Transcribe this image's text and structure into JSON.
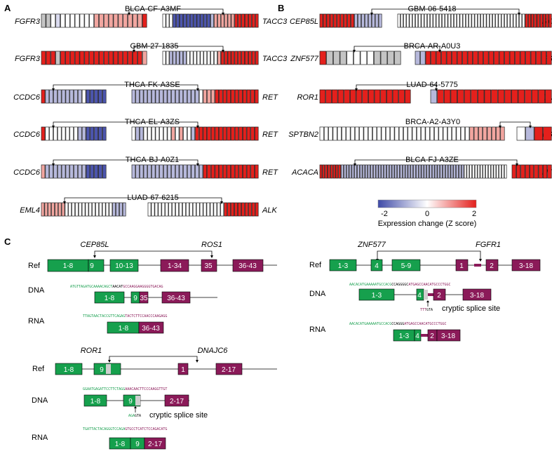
{
  "panels": {
    "a": "A",
    "b": "B",
    "c": "C"
  },
  "colors": {
    "blue": "#4c55ad",
    "red": "#e4201c",
    "gray": "#c4c4c4",
    "green": "#16a04d",
    "magenta": "#8b1a59",
    "highlight": "#cfcfcf",
    "green_text": "#1aa050",
    "magenta_text": "#8b1a59"
  },
  "panel_a": [
    {
      "sample": "BLCA-CF-A3MF",
      "gene5": "FGFR3",
      "gene3": "TACC3",
      "left": [
        "g",
        "g",
        "w",
        "h",
        "w",
        "w",
        "w",
        "w",
        "w",
        "w",
        "w",
        "r",
        "r",
        "r",
        "r",
        "r",
        "r",
        "r",
        "r",
        "r",
        "r",
        "R"
      ],
      "right": [
        "w",
        "w",
        "w",
        "B",
        "B",
        "B",
        "B",
        "B",
        "B",
        "B",
        "B",
        "B",
        "B",
        "B",
        "b",
        "r",
        "r",
        "r",
        "r",
        "r",
        "r",
        "R",
        "R",
        "R",
        "R",
        "R",
        "R",
        "R"
      ]
    },
    {
      "sample": "GBM-27-1835",
      "gene5": "FGFR3",
      "gene3": "TACC3",
      "left": [
        "R",
        "R",
        "R",
        "g",
        "R",
        "R",
        "R",
        "R",
        "R",
        "R",
        "R",
        "R",
        "R",
        "R",
        "R",
        "R",
        "R",
        "R",
        "R",
        "R",
        "R",
        "r"
      ],
      "right": [
        "w",
        "w",
        "b",
        "b",
        "b",
        "b",
        "b",
        "w",
        "w",
        "w",
        "w",
        "w",
        "w",
        "w",
        "w",
        "w",
        "r",
        "R",
        "R",
        "R",
        "R",
        "R",
        "R",
        "R",
        "R",
        "R",
        "R",
        "R"
      ]
    },
    {
      "sample": "THCA-FK-A3SE",
      "gene5": "CCDC6",
      "gene3": "RET",
      "left": [
        "R",
        "b",
        "b",
        "b",
        "b",
        "b",
        "b",
        "b",
        "b",
        "b",
        "w",
        "B",
        "B",
        "B",
        "B",
        "B"
      ],
      "right": [
        "b",
        "b",
        "b",
        "b",
        "b",
        "b",
        "b",
        "b",
        "b",
        "b",
        "b",
        "b",
        "b",
        "b",
        "b",
        "b",
        "b",
        "w",
        "r",
        "r",
        "r",
        "R",
        "R",
        "R",
        "R",
        "R",
        "R",
        "R",
        "R",
        "R",
        "R",
        "R"
      ]
    },
    {
      "sample": "THCA-EL-A3ZS",
      "gene5": "CCDC6",
      "gene3": "RET",
      "left": [
        "R",
        "w",
        "w",
        "w",
        "w",
        "w",
        "w",
        "w",
        "w",
        "b",
        "b",
        "B",
        "B",
        "B",
        "B",
        "B"
      ],
      "right": [
        "w",
        "b",
        "b",
        "w",
        "w",
        "w",
        "w",
        "w",
        "w",
        "w",
        "r",
        "w",
        "r",
        "w",
        "w",
        "b",
        "R",
        "R",
        "R",
        "R",
        "R",
        "R",
        "R",
        "R",
        "R",
        "R",
        "R",
        "R",
        "R",
        "R",
        "R",
        "R"
      ]
    },
    {
      "sample": "THCA-BJ-A0Z1",
      "gene5": "CCDC6",
      "gene3": "RET",
      "left": [
        "r",
        "b",
        "b",
        "b",
        "b",
        "b",
        "b",
        "b",
        "b",
        "b",
        "b",
        "B",
        "B",
        "B",
        "B",
        "B"
      ],
      "right": [
        "b",
        "b",
        "b",
        "b",
        "b",
        "b",
        "b",
        "b",
        "b",
        "b",
        "b",
        "b",
        "b",
        "b",
        "b",
        "b",
        "b",
        "b",
        "R",
        "R",
        "R",
        "R",
        "R",
        "R",
        "R",
        "R",
        "R",
        "R",
        "R",
        "R",
        "R",
        "R"
      ]
    },
    {
      "sample": "LUAD-67-6215",
      "gene5": "EML4",
      "gene3": "ALK",
      "left": [
        "r",
        "r",
        "r",
        "r",
        "r",
        "r",
        "r",
        "w",
        "w",
        "w",
        "w",
        "w",
        "w",
        "w",
        "w",
        "w",
        "w",
        "w",
        "w",
        "w",
        "w",
        "b",
        "b",
        "b",
        "b"
      ],
      "right": [
        "w",
        "w",
        "w",
        "w",
        "w",
        "w",
        "w",
        "w",
        "w",
        "w",
        "w",
        "w",
        "w",
        "w",
        "w",
        "w",
        "w",
        "w",
        "w",
        "w",
        "w",
        "w",
        "R",
        "R",
        "R",
        "R",
        "R",
        "R",
        "R",
        "R",
        "R",
        "R"
      ]
    }
  ],
  "panel_b": [
    {
      "sample": "GBM-06-5418",
      "gene5": "CEP85L",
      "gene3": "RO",
      "left": [
        "R",
        "R",
        "R",
        "R",
        "R",
        "R",
        "R",
        "R",
        "R",
        "R",
        "b",
        "b",
        "b",
        "b",
        "b",
        "b",
        "b",
        "b"
      ],
      "right": [
        "w",
        "w",
        "w",
        "w",
        "w",
        "w",
        "w",
        "w",
        "w",
        "w",
        "w",
        "w",
        "w",
        "w",
        "w",
        "w",
        "w",
        "w",
        "w",
        "w",
        "w",
        "w",
        "w",
        "w",
        "w",
        "w",
        "w",
        "w",
        "w",
        "w",
        "w",
        "w",
        "w",
        "w",
        "w",
        "w",
        "w",
        "w",
        "w",
        "w",
        "w",
        "w",
        "w",
        "R",
        "R",
        "R",
        "R",
        "R",
        "R",
        "R",
        "R",
        "R"
      ]
    },
    {
      "sample": "BRCA-AR-A0U3",
      "gene5": "ZNF577",
      "gene3": "FG",
      "left": [
        "R",
        "g",
        "g",
        "g",
        "w",
        "w",
        "w",
        "w",
        "g",
        "g",
        "g",
        "g"
      ],
      "right": [
        "b",
        "b",
        "R",
        "R",
        "R",
        "R",
        "R",
        "R",
        "R",
        "R",
        "R",
        "R",
        "R",
        "R",
        "R",
        "R",
        "R",
        "R",
        "R",
        "R",
        "R",
        "R",
        "R",
        "R",
        "R",
        "R"
      ]
    },
    {
      "sample": "LUAD-64-5775",
      "gene5": "ROR1",
      "gene3": "DN",
      "left": [
        "R",
        "R",
        "R",
        "R",
        "R",
        "R",
        "R",
        "R",
        "R",
        "R",
        "R",
        "R",
        "R",
        "R",
        "R"
      ],
      "right": [
        "b",
        "R",
        "R",
        "R",
        "R",
        "R",
        "R",
        "R",
        "R",
        "R",
        "R",
        "R",
        "R",
        "R",
        "R",
        "R",
        "R",
        "R"
      ]
    },
    {
      "sample": "BRCA-A2-A3Y0",
      "gene5": "SPTBN2",
      "gene3": "FG",
      "left": [
        "w",
        "w",
        "w",
        "w",
        "w",
        "w",
        "w",
        "w",
        "w",
        "w",
        "w",
        "w",
        "w",
        "w",
        "w",
        "w",
        "w",
        "w",
        "w",
        "w",
        "w",
        "w",
        "w",
        "w",
        "w",
        "w",
        "w",
        "w",
        "w",
        "w",
        "w",
        "w",
        "w",
        "w",
        "r",
        "r",
        "r",
        "r",
        "r",
        "r",
        "r",
        "r"
      ],
      "right": [
        "w",
        "b",
        "R",
        "R"
      ]
    },
    {
      "sample": "BLCA-FJ-A3ZE",
      "gene5": "ACACA",
      "gene3": "HT",
      "left": [
        "R",
        "R",
        "R",
        "R",
        "R",
        "R",
        "R",
        "R",
        "b",
        "b",
        "b",
        "b",
        "b",
        "b",
        "b",
        "b",
        "b",
        "b",
        "b",
        "b",
        "b",
        "b",
        "b",
        "b",
        "b",
        "b",
        "b",
        "b",
        "b",
        "b",
        "b",
        "b",
        "b",
        "b",
        "b",
        "b",
        "b",
        "b",
        "b",
        "b",
        "b",
        "b",
        "b",
        "b",
        "b",
        "b",
        "b",
        "b",
        "b",
        "b",
        "b",
        "b",
        "b",
        "b",
        "w",
        "w",
        "w",
        "w",
        "w",
        "w",
        "w",
        "w",
        "w",
        "w",
        "w",
        "w",
        "w",
        "w",
        "w",
        "w"
      ],
      "right": [
        "R",
        "R",
        "R",
        "R",
        "R",
        "R",
        "R",
        "R",
        "R"
      ]
    }
  ],
  "legend": {
    "min": "-2",
    "mid": "0",
    "max": "2",
    "label": "Expression change (Z score)"
  },
  "panel_c": {
    "row_labels": {
      "ref": "Ref",
      "dna": "DNA",
      "rna": "RNA"
    },
    "cryptic": "cryptic splice site",
    "f1": {
      "gene5": "CEP85L",
      "gene3": "ROS1",
      "ref": [
        "1-8",
        "9",
        "10-13",
        "1-34",
        "35",
        "36-43"
      ],
      "dna": [
        "1-8",
        "9",
        "35",
        "36-43"
      ],
      "rna": [
        "1-8",
        "36-43"
      ],
      "dna_seq_5": "ATGTTAGATGCAAAACAGCT",
      "dna_seq_mid": "AACAT",
      "dna_seq_3": "GCCAAGGAAGGGGTGACAG",
      "rna_seq_5": "TTAGTAACTACCGTTCAGAG",
      "rna_seq_3": "TACTCTTCCAACCCAAGAGG"
    },
    "f2": {
      "gene5": "ZNF577",
      "gene3": "FGFR1",
      "ref": [
        "1-3",
        "4",
        "5-9",
        "1",
        "2",
        "3-18"
      ],
      "dna": [
        "1-3",
        "4",
        "2",
        "3-18"
      ],
      "rna": [
        "1-3",
        "4",
        "2",
        "3-18"
      ],
      "dna_seq_5": "AACACATGAAAAATGCCACG",
      "dna_seq_mid": "CCAGGGGC",
      "dna_seq_3": "ATGAGCCAACATGCCCTGGC",
      "ss_a": "TTT",
      "ss_b": "GTA",
      "rna_seq_5": "AACACATGAAAAATGCCACG",
      "rna_seq_mid": "CCAGGG",
      "rna_seq_3": "ATGAGCCAACATGCCCTGGC"
    },
    "f3": {
      "gene5": "ROR1",
      "gene3": "DNAJC6",
      "ref": [
        "1-8",
        "9",
        "1",
        "2-17"
      ],
      "dna": [
        "1-8",
        "9",
        "2-17"
      ],
      "rna": [
        "1-8",
        "9",
        "2-17"
      ],
      "dna_seq_5": "GGAATGAGATTCCTTCTAGG",
      "dna_seq_3": "AAACAACTTCCCAAGGTTGT",
      "ss_a": "AGA",
      "ss_b": "GTA",
      "rna_seq_5": "TGATTACTACAGGGTCCAGA",
      "rna_seq_3": "GTGCCTCATCTCCAGACATG"
    }
  }
}
